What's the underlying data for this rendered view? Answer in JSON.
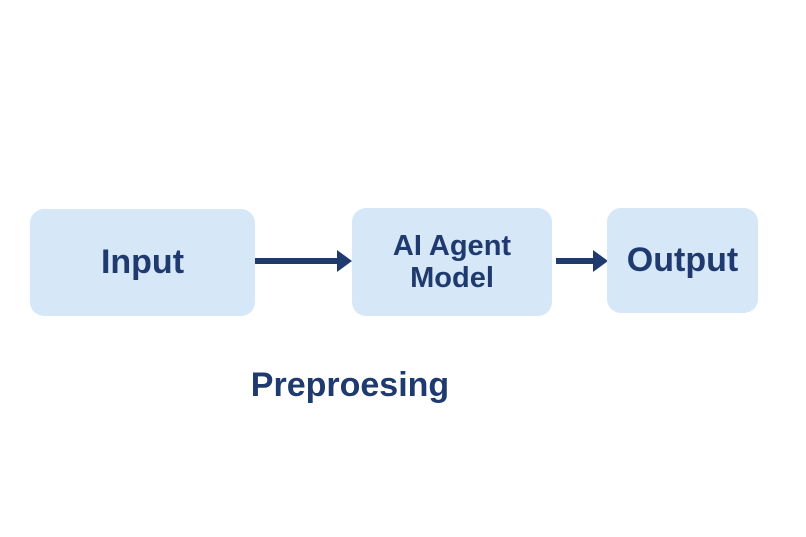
{
  "colors": {
    "background": "#ffffff",
    "box_fill": "#d6e7f8",
    "ink": "#1e3a6e"
  },
  "nodes": [
    {
      "id": "input",
      "label": "Input"
    },
    {
      "id": "ai_agent_model",
      "label": "AI Agent Model"
    },
    {
      "id": "output",
      "label": "Output"
    }
  ],
  "arrows": [
    {
      "from": "input",
      "to": "ai_agent_model"
    },
    {
      "from": "ai_agent_model",
      "to": "output"
    }
  ],
  "caption": "Preproesing"
}
